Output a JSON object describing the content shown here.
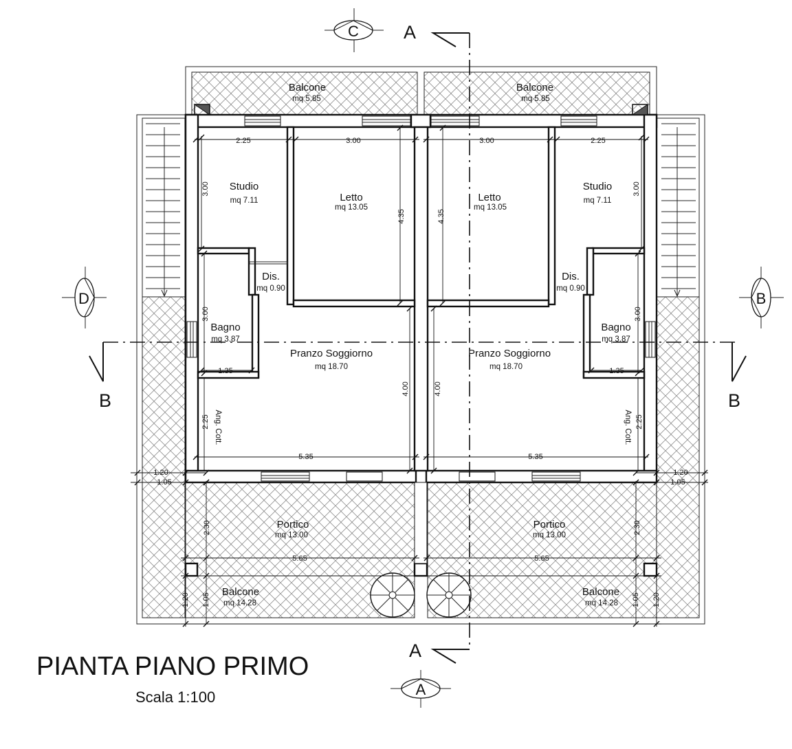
{
  "title": "PIANTA PIANO PRIMO",
  "scale": "Scala 1:100",
  "section_markers": {
    "a_top": "A",
    "a_bottom": "A",
    "b_left": "B",
    "b_right": "B"
  },
  "view_markers": {
    "top": "C",
    "bottom": "A",
    "left": "D",
    "right": "B"
  },
  "rooms": {
    "balcone_top_left": {
      "name": "Balcone",
      "area": "mq 5.85"
    },
    "balcone_top_right": {
      "name": "Balcone",
      "area": "mq 5.85"
    },
    "studio_left": {
      "name": "Studio",
      "area": "mq 7.11"
    },
    "studio_right": {
      "name": "Studio",
      "area": "mq 7.11"
    },
    "letto_left": {
      "name": "Letto",
      "area": "mq 13.05"
    },
    "letto_right": {
      "name": "Letto",
      "area": "mq 13.05"
    },
    "dis_left": {
      "name": "Dis.",
      "area": "mq 0.90"
    },
    "dis_right": {
      "name": "Dis.",
      "area": "mq 0.90"
    },
    "bagno_left": {
      "name": "Bagno",
      "area": "mq 3.87"
    },
    "bagno_right": {
      "name": "Bagno",
      "area": "mq 3.87"
    },
    "soggiorno_left": {
      "name": "Pranzo Soggiorno",
      "area": "mq 18.70"
    },
    "soggiorno_right": {
      "name": "Pranzo Soggiorno",
      "area": "mq 18.70"
    },
    "portico_left": {
      "name": "Portico",
      "area": "mq 13.00"
    },
    "portico_right": {
      "name": "Portico",
      "area": "mq 13.00"
    },
    "balcone_bottom_left": {
      "name": "Balcone",
      "area": "mq 14.28"
    },
    "balcone_bottom_right": {
      "name": "Balcone",
      "area": "mq 14.28"
    }
  },
  "labels": {
    "ang_cott_left": "Ang. Cott.",
    "ang_cott_right": "Ang. Cott."
  },
  "dimensions": {
    "studio_w_l": "2.25",
    "letto_w_l": "3.00",
    "letto_w_r": "3.00",
    "studio_w_r": "2.25",
    "studio_h_l": "3.00",
    "studio_h_r": "3.00",
    "letto_h_l": "4.35",
    "letto_h_r": "4.35",
    "bagno_h_l": "3.00",
    "bagno_h_r": "3.00",
    "bagno_w_l": "1.35",
    "bagno_w_r": "1.35",
    "sogg_h_l": "4.00",
    "sogg_h_r": "4.00",
    "cott_h_l": "2.25",
    "cott_h_r": "2.25",
    "sogg_w_l": "5.35",
    "sogg_w_r": "5.35",
    "ext_l_1": "1.20",
    "ext_l_2": "1.05",
    "ext_r_1": "1.20",
    "ext_r_2": "1.05",
    "portico_h_l": "2.30",
    "portico_h_r": "2.30",
    "portico_w_l": "5.65",
    "portico_w_r": "5.65",
    "balc_h_l_1": "1.20",
    "balc_h_l_2": "1.05",
    "balc_h_r_1": "1.05",
    "balc_h_r_2": "1.20"
  }
}
